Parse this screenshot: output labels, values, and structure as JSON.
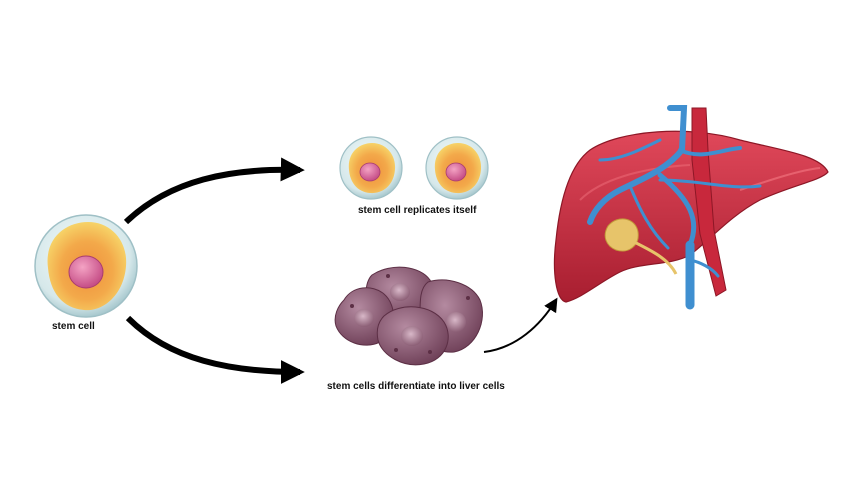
{
  "labels": {
    "stem_cell": "stem cell",
    "replicates": "stem cell replicates itself",
    "differentiate": "stem cells differentiate into liver cells"
  },
  "icons": {
    "stem_cell": "stem-cell-icon",
    "daughter_cells": "daughter-cell-icon",
    "liver_cells": "liver-cell-icon",
    "liver": "liver-icon"
  },
  "colors": {
    "membrane": "#cfe3e6",
    "cytoplasm_outer": "#f6d86a",
    "cytoplasm_inner": "#ee9a3f",
    "nucleus": "#d9659a",
    "liver_cell": "#8e5c73",
    "liver": "#c42a3a",
    "vein_blue": "#3f8fd0",
    "arrow": "#000000"
  }
}
